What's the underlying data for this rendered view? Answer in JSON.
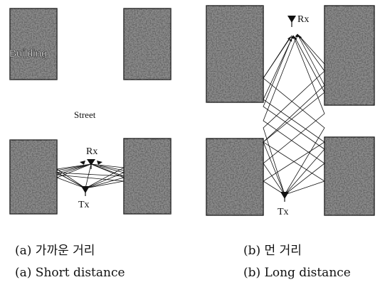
{
  "panel_a": {
    "building_label": "Building",
    "street_label": "Street",
    "rx_label": "Rx",
    "tx_label": "Tx",
    "caption_korean": "(a) 가까운 거리",
    "caption_english": "(a) Short distance"
  },
  "panel_b": {
    "rx_label": "Rx",
    "tx_label": "Tx",
    "caption_korean": "(b) 먼 거리",
    "caption_english": "(b) Long distance"
  },
  "colors": {
    "building_fill": "#8c8c8c",
    "building_texture": "#3a3a3a",
    "lines": "#111111",
    "background": "#ffffff"
  }
}
